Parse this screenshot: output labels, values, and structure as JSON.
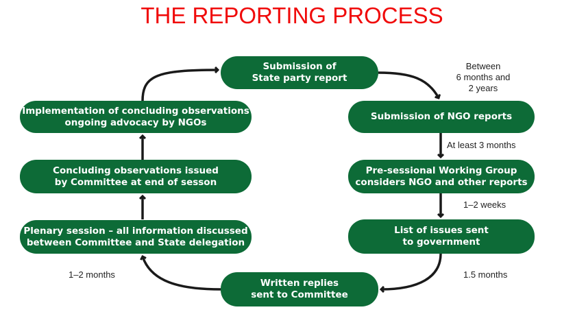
{
  "title": "THE REPORTING PROCESS",
  "colors": {
    "title": "#f00a0a",
    "box": "#0d6b37",
    "arrow": "#1a1a1a"
  },
  "steps": [
    {
      "label": "Submission of\nState party report"
    },
    {
      "label": "Submission of NGO reports"
    },
    {
      "label": "Pre-sessional Working Group\nconsiders NGO and other reports"
    },
    {
      "label": "List of issues sent\nto government"
    },
    {
      "label": "Written replies\nsent to Committee"
    },
    {
      "label": "Plenary session – all information discussed\nbetween Committee and State delegation"
    },
    {
      "label": "Concluding observations issued\nby Committee at end of sesson"
    },
    {
      "label": "Implementation of concluding observations\nongoing advocacy by NGOs"
    }
  ],
  "durations": {
    "state_to_ngo": "Between\n6 months and\n2 years",
    "ngo_to_presession": "At least 3 months",
    "presession_to_list": "1–2 weeks",
    "list_to_replies": "1.5 months",
    "replies_to_plenary": "1–2 months"
  }
}
